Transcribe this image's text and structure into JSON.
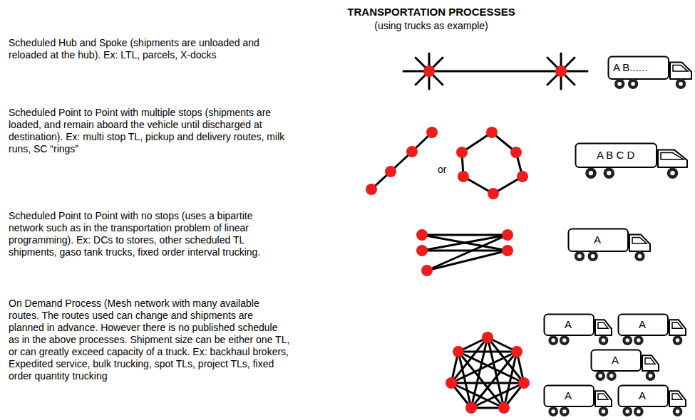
{
  "diagram": {
    "title": "TRANSPORTATION PROCESSES",
    "nodes": [
      {
        "text": [
          "A B......"
        ]
      },
      {
        "text": [
          "A B C D"
        ]
      },
      {
        "text": [
          "A"
        ]
      },
      {
        "text": [
          "A"
        ]
      },
      {
        "text": [
          "A"
        ]
      },
      {
        "text": [
          "A"
        ]
      },
      {
        "text": [
          "A"
        ]
      },
      {
        "text": [
          "A"
        ]
      }
    ],
    "labels": [
      "(using trucks as example)",
      "Scheduled Hub and Spoke (shipments are unloaded and reloaded at the hub). Ex: LTL, parcels, X-docks",
      "Scheduled Point to Point with multiple stops (shipments are loaded, and remain aboard the vehicle until discharged at destination). Ex: multi stop TL, pickup and delivery routes, milk runs, SC “rings”",
      "Scheduled Point to Point with no stops (uses a bipartite network such as in the transportation problem of linear programming). Ex: DCs to stores, other scheduled TL shipments, gaso tank trucks, fixed order interval trucking.",
      "On Demand Process (Mesh network with many available routes. The routes used can change and shipments are planned in advance. However there is no published schedule as in the above processes. Shipment size can be either one TL, or can greatly exceed capacity of a truck. Ex: backhaul brokers, Expedited service, bulk trucking, spot TLs, project TLs, fixed order quantity trucking",
      "or"
    ]
  }
}
